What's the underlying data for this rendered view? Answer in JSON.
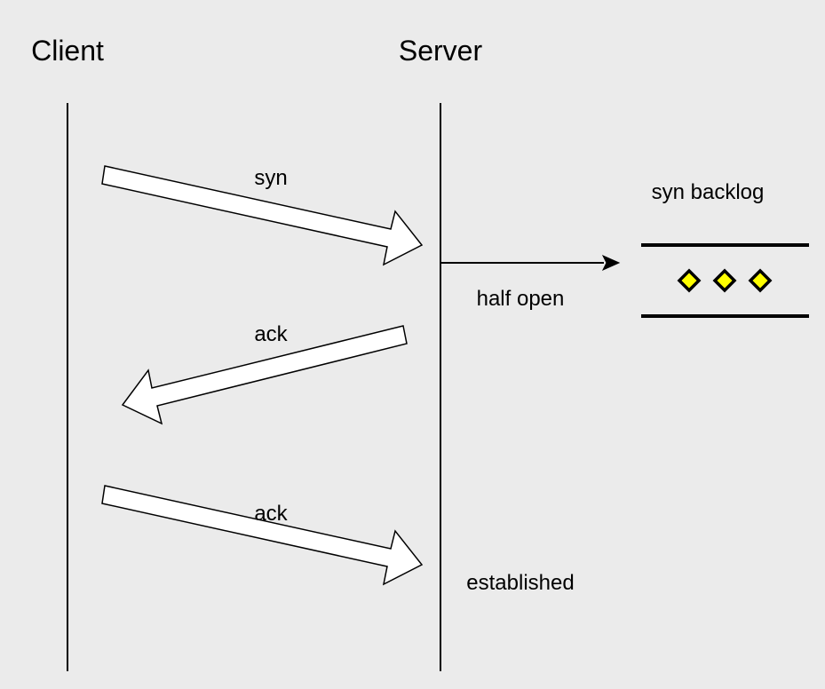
{
  "lanes": {
    "client": "Client",
    "server": "Server"
  },
  "messages": {
    "syn": "syn",
    "ack_reply": "ack",
    "ack_final": "ack"
  },
  "states": {
    "half_open": "half open",
    "established": "established"
  },
  "backlog": {
    "title": "syn backlog",
    "entries": 3,
    "entry_color": "#ffff00"
  },
  "colors": {
    "background": "#ebebeb",
    "stroke": "#000000",
    "arrow_fill": "#ffffff"
  }
}
